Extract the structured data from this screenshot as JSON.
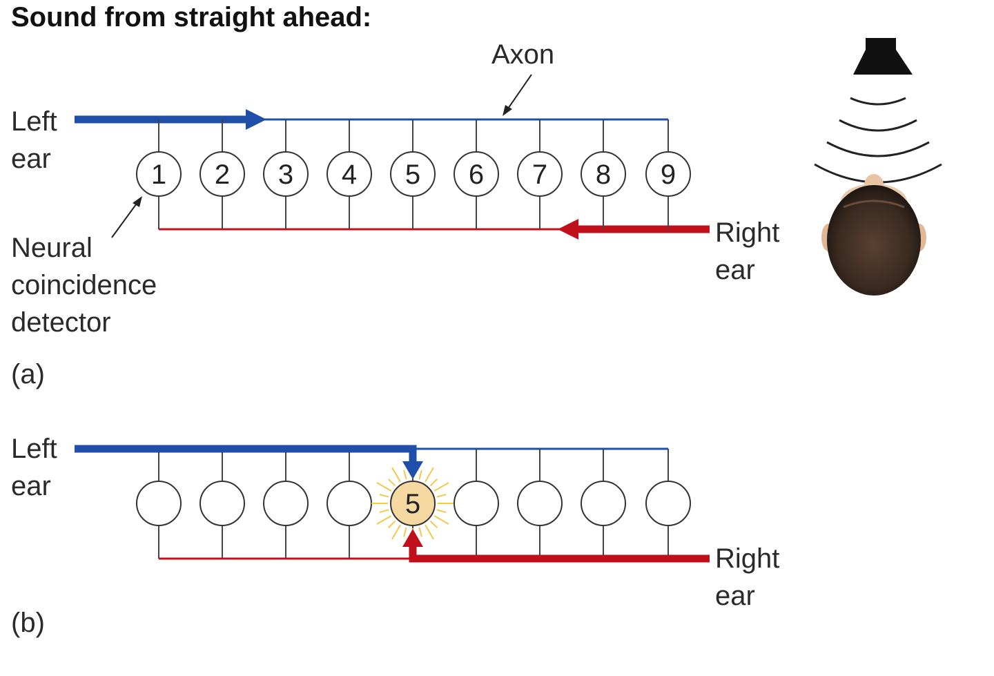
{
  "title": "Sound from straight ahead:",
  "panel_a": {
    "label": "(a)",
    "left_ear": [
      "Left",
      "ear"
    ],
    "right_ear": [
      "Right",
      "ear"
    ],
    "axon_label": "Axon",
    "detector_label": [
      "Neural",
      "coincidence",
      "detector"
    ],
    "detector_numbers": [
      "1",
      "2",
      "3",
      "4",
      "5",
      "6",
      "7",
      "8",
      "9"
    ]
  },
  "panel_b": {
    "label": "(b)",
    "left_ear": [
      "Left",
      "ear"
    ],
    "right_ear": [
      "Right",
      "ear"
    ],
    "active_detector": "5"
  },
  "colors": {
    "left_ear_signal": "#1f4fa8",
    "right_ear_signal": "#c0101c",
    "active_detector_fill": "#f6d9a0",
    "glow": "#f2c94c"
  },
  "icons": [
    "speaker-icon",
    "sound-wave-icon",
    "head-top-view-icon"
  ]
}
